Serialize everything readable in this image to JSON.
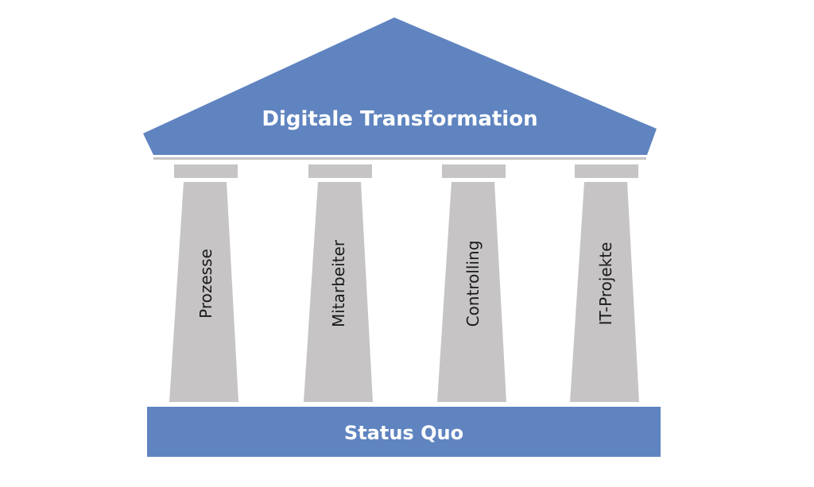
{
  "colors": {
    "roof": "#5f84c0",
    "base": "#5f84c0",
    "pillar": "#c6c4c4",
    "cornice": "#c6c4c4",
    "label_light": "#ffffff",
    "label_dark": "#1a1a1a"
  },
  "roof": {
    "title": "Digitale Transformation"
  },
  "pillars": [
    {
      "label": "Prozesse"
    },
    {
      "label": "Mitarbeiter"
    },
    {
      "label": "Controlling"
    },
    {
      "label": "IT-Projekte"
    }
  ],
  "base": {
    "title": "Status Quo"
  }
}
